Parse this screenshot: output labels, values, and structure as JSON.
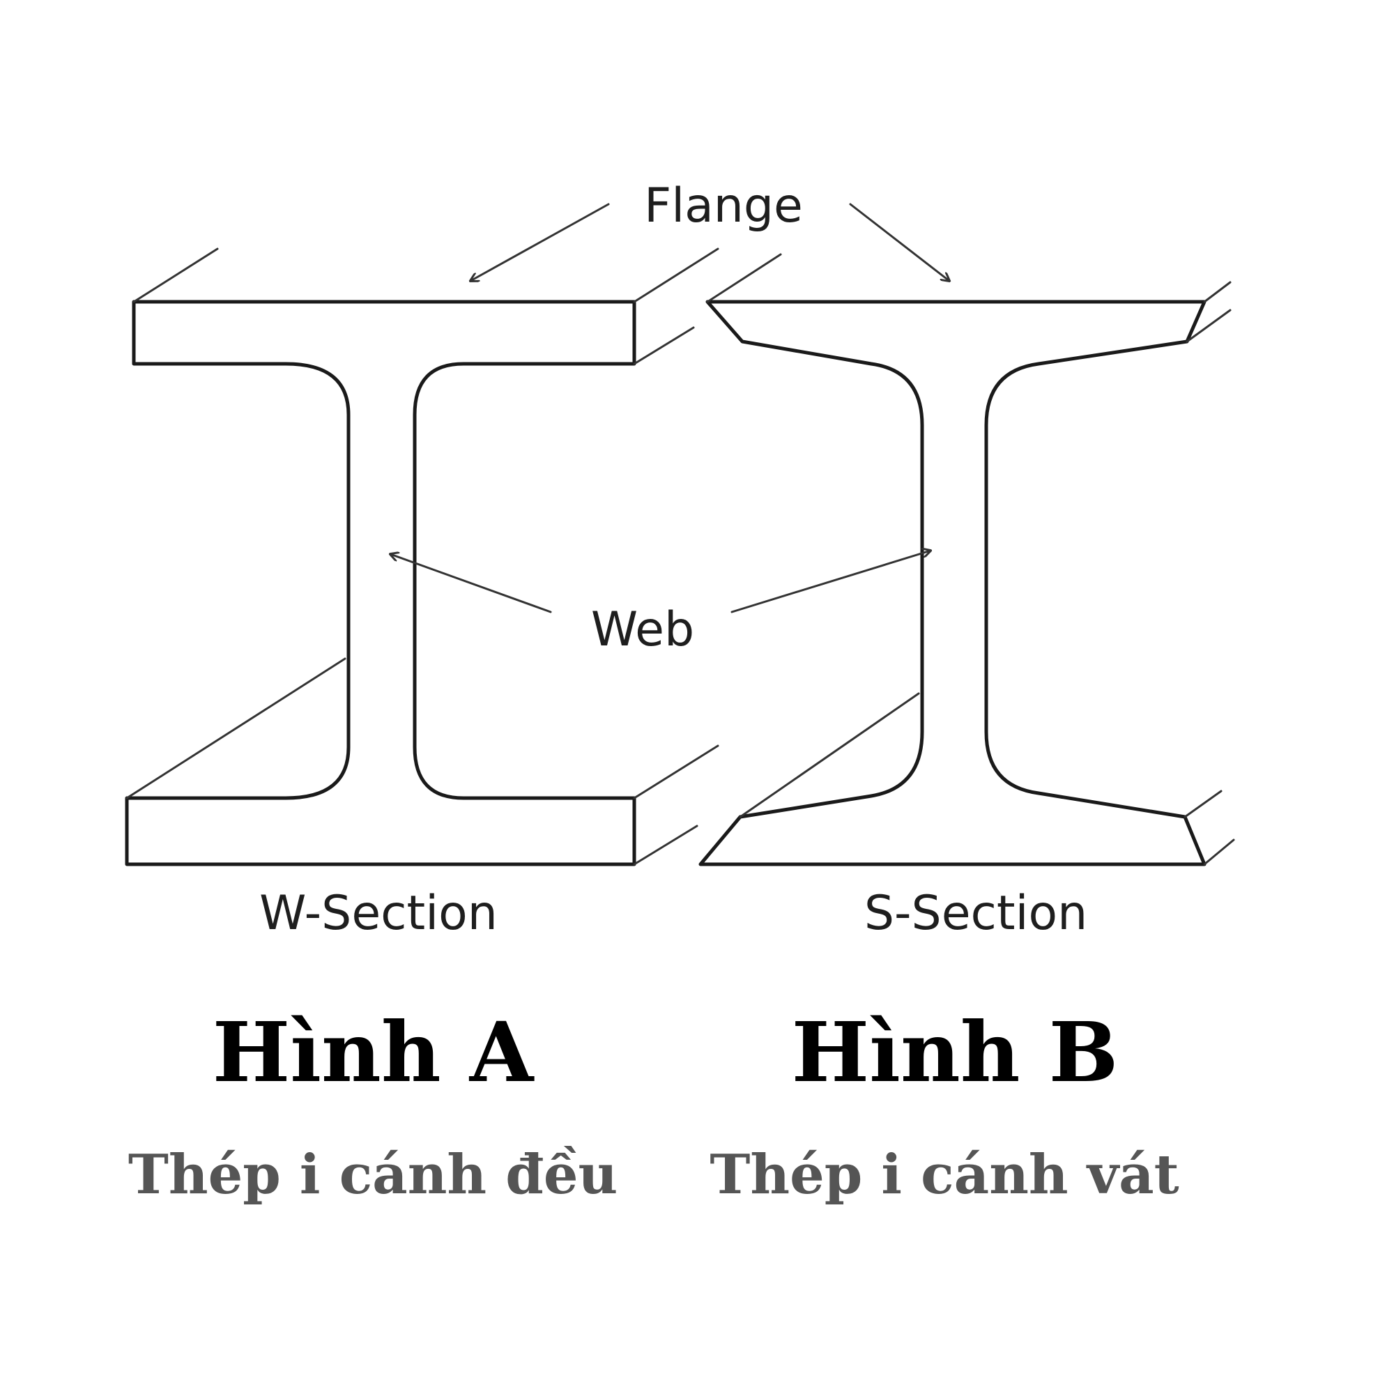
{
  "labels": {
    "flange": "Flange",
    "web": "Web",
    "w_section": "W-Section",
    "s_section": "S-Section"
  },
  "figures": [
    {
      "title": "Hình A",
      "subtitle": "Thép i cánh đều"
    },
    {
      "title": "Hình B",
      "subtitle": "Thép i cánh vát"
    }
  ],
  "colors": {
    "line": "#1a1a1a",
    "title": "#000000",
    "subtitle": "#555555"
  }
}
